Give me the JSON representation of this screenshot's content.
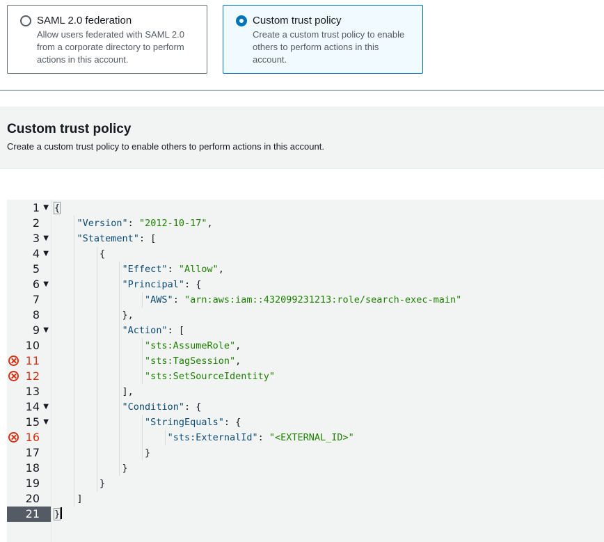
{
  "trust_types": [
    {
      "title": "SAML 2.0 federation",
      "description": "Allow users federated with SAML 2.0 from a corporate directory to perform actions in this account.",
      "selected": false
    },
    {
      "title": "Custom trust policy",
      "description": "Create a custom trust policy to enable others to perform actions in this account.",
      "selected": true
    }
  ],
  "section": {
    "title": "Custom trust policy",
    "description": "Create a custom trust policy to enable others to perform actions in this account."
  },
  "editor": {
    "active_line": 21,
    "error_lines": [
      11,
      12,
      16
    ],
    "foldable_lines": [
      1,
      3,
      4,
      6,
      9,
      14,
      15
    ],
    "lines": [
      "{",
      "    \"Version\": \"2012-10-17\",",
      "    \"Statement\": [",
      "        {",
      "            \"Effect\": \"Allow\",",
      "            \"Principal\": {",
      "                \"AWS\": \"arn:aws:iam::432099231213:role/search-exec-main\"",
      "            },",
      "            \"Action\": [",
      "                \"sts:AssumeRole\",",
      "                \"sts:TagSession\",",
      "                \"sts:SetSourceIdentity\"",
      "            ],",
      "            \"Condition\": {",
      "                \"StringEquals\": {",
      "                    \"sts:ExternalId\": \"<EXTERNAL_ID>\"",
      "                }",
      "            }",
      "        }",
      "    ]",
      "}"
    ]
  },
  "colors": {
    "selected_border": "#0073bb",
    "selected_bg": "#f1faff",
    "error": "#d13212",
    "json_key": "#0a4a74",
    "json_string": "#1d8102"
  }
}
